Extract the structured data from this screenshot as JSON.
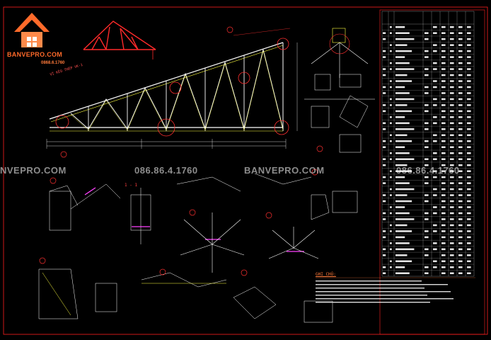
{
  "brand": {
    "name": "BANVEPRO.COM",
    "phone": "0868.6.1760",
    "accent_color": "#ff6a2a"
  },
  "watermarks": [
    {
      "text": "NVEPRO.COM"
    },
    {
      "text": "086.86.4.1760"
    },
    {
      "text": "BANVEPRO.COM"
    },
    {
      "text": "086.86.4.1760"
    }
  ],
  "drawing": {
    "background": "#000000",
    "frame_color": "#ff2020",
    "line_color": "#ffffff",
    "member_color": "#ffff40",
    "weld_color": "#ff40ff",
    "label_color": "#ff4040"
  },
  "labels": {
    "truss_title": "VÌ KÈO THÉP VK-1",
    "section_1": "1 - 1",
    "notes_title": "GHI CHÚ:"
  },
  "icons": {
    "logo": "house-roof-icon"
  }
}
